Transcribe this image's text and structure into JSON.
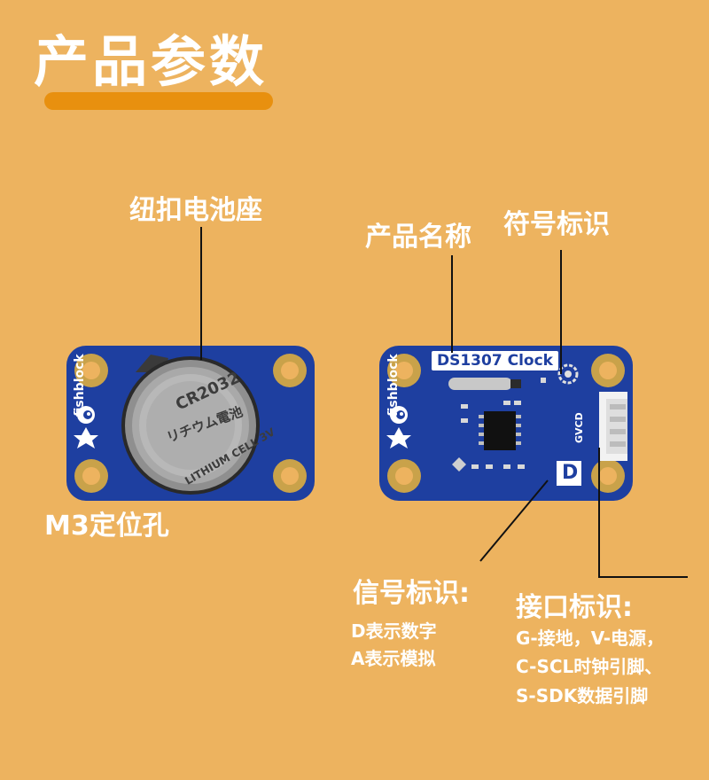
{
  "header": {
    "title": "产品参数",
    "accent_color": "#E8900F",
    "background_color": "#EDB35F"
  },
  "left_board": {
    "brand": "fishblock",
    "battery_model": "CR2032",
    "battery_text": "LITHIUM CELL 3V",
    "battery_text2": "リチウム電池",
    "board_color": "#1E3FA0"
  },
  "right_board": {
    "product_name": "DS1307 Clock",
    "brand": "fishblock",
    "signal_letter": "D",
    "pins": "GVCD",
    "board_color": "#1E3FA0"
  },
  "labels": {
    "battery_holder": "纽扣电池座",
    "mount_hole": "M3定位孔",
    "product_name": "产品名称",
    "symbol": "符号标识",
    "signal": {
      "title": "信号标识:",
      "lines": [
        "D表示数字",
        "A表示模拟"
      ]
    },
    "interface": {
      "title": "接口标识:",
      "lines": [
        "G-接地，V-电源，",
        "C-SCL时钟引脚、",
        "S-SDK数据引脚"
      ]
    }
  }
}
